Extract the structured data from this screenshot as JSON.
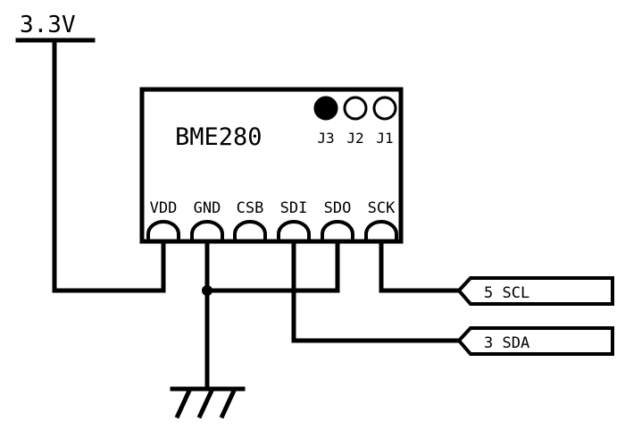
{
  "supply": {
    "label": "3.3V"
  },
  "chip": {
    "name": "BME280",
    "jumpers": [
      {
        "label": "J3",
        "filled": true
      },
      {
        "label": "J2",
        "filled": false
      },
      {
        "label": "J1",
        "filled": false
      }
    ],
    "pins": [
      "VDD",
      "GND",
      "CSB",
      "SDI",
      "SDO",
      "SCK"
    ]
  },
  "ports": [
    {
      "label": "5 SCL"
    },
    {
      "label": "3 SDA"
    }
  ]
}
